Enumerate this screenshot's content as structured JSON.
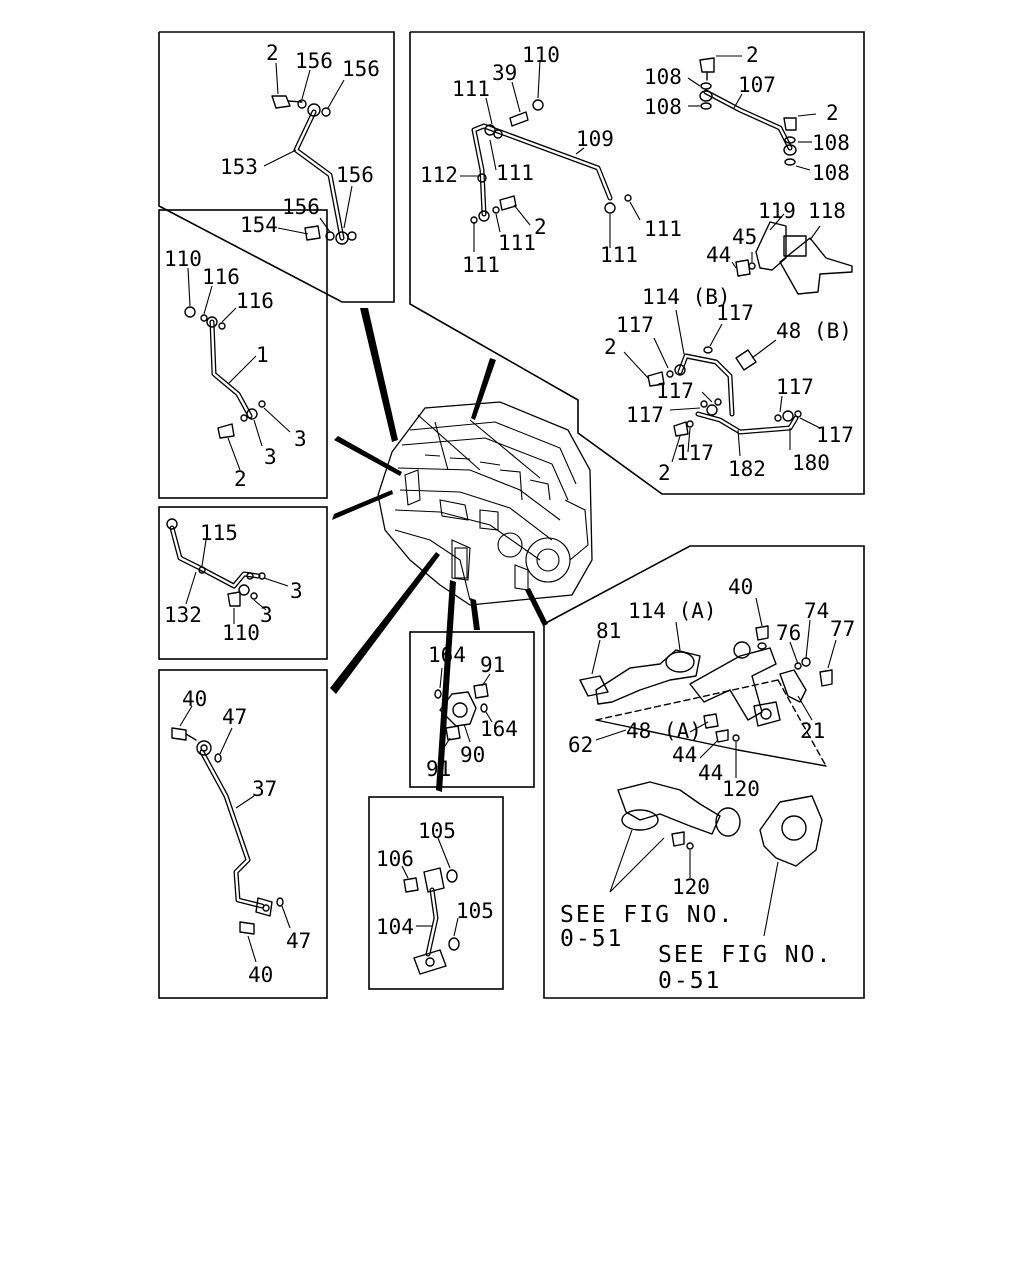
{
  "labels": {
    "p1": [
      "2",
      "156",
      "156",
      "153",
      "156",
      "156",
      "154"
    ],
    "p2": [
      "110",
      "39",
      "111",
      "110",
      "109",
      "111",
      "112",
      "111",
      "2",
      "111",
      "111",
      "111"
    ],
    "p3": [
      "2",
      "108",
      "107",
      "108",
      "2",
      "108",
      "108",
      "119",
      "118",
      "45",
      "44"
    ],
    "p4": [
      "114 (B)",
      "117",
      "117",
      "48 (B)",
      "2",
      "117",
      "117",
      "117",
      "117",
      "2",
      "182",
      "180"
    ],
    "p5": [
      "110",
      "116",
      "116",
      "1",
      "3",
      "3",
      "2"
    ],
    "p6": [
      "115",
      "3",
      "3",
      "132",
      "110"
    ],
    "p7": [
      "164",
      "91",
      "164",
      "91",
      "90"
    ],
    "p8": [
      "40",
      "47",
      "37",
      "47",
      "40"
    ],
    "p9": [
      "105",
      "106",
      "105",
      "104"
    ],
    "p10": [
      "40",
      "114 (A)",
      "81",
      "76",
      "74",
      "77",
      "21",
      "62",
      "48 (A)",
      "44",
      "44",
      "120",
      "120"
    ]
  },
  "notes": [
    "SEE FIG NO.",
    "0-51",
    "SEE FIG NO.",
    "0-51"
  ]
}
